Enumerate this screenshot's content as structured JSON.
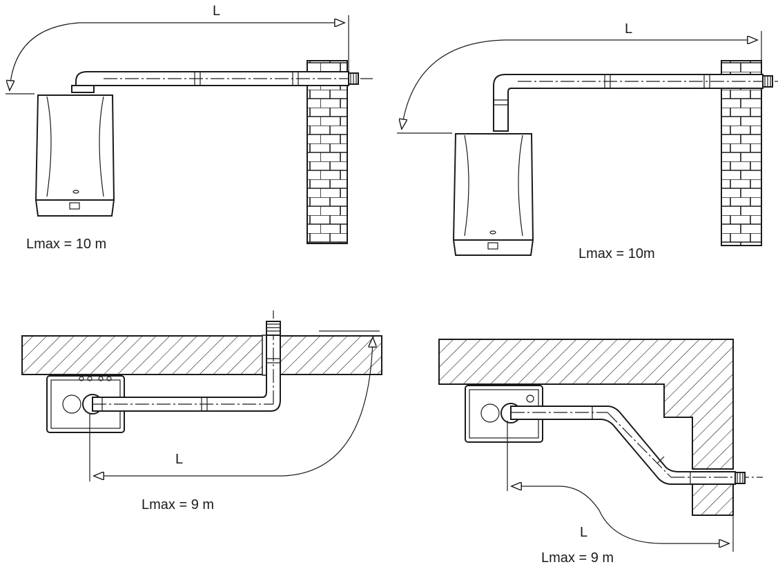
{
  "diagrams": [
    {
      "dim_label": "L",
      "lmax_label": "Lmax = 10 m"
    },
    {
      "dim_label": "L",
      "lmax_label": "Lmax = 10m"
    },
    {
      "dim_label": "L",
      "lmax_label": "Lmax = 9 m"
    },
    {
      "dim_label": "L",
      "lmax_label": "Lmax = 9 m"
    }
  ],
  "colors": {
    "ink": "#1a1a1a",
    "background": "#ffffff"
  }
}
